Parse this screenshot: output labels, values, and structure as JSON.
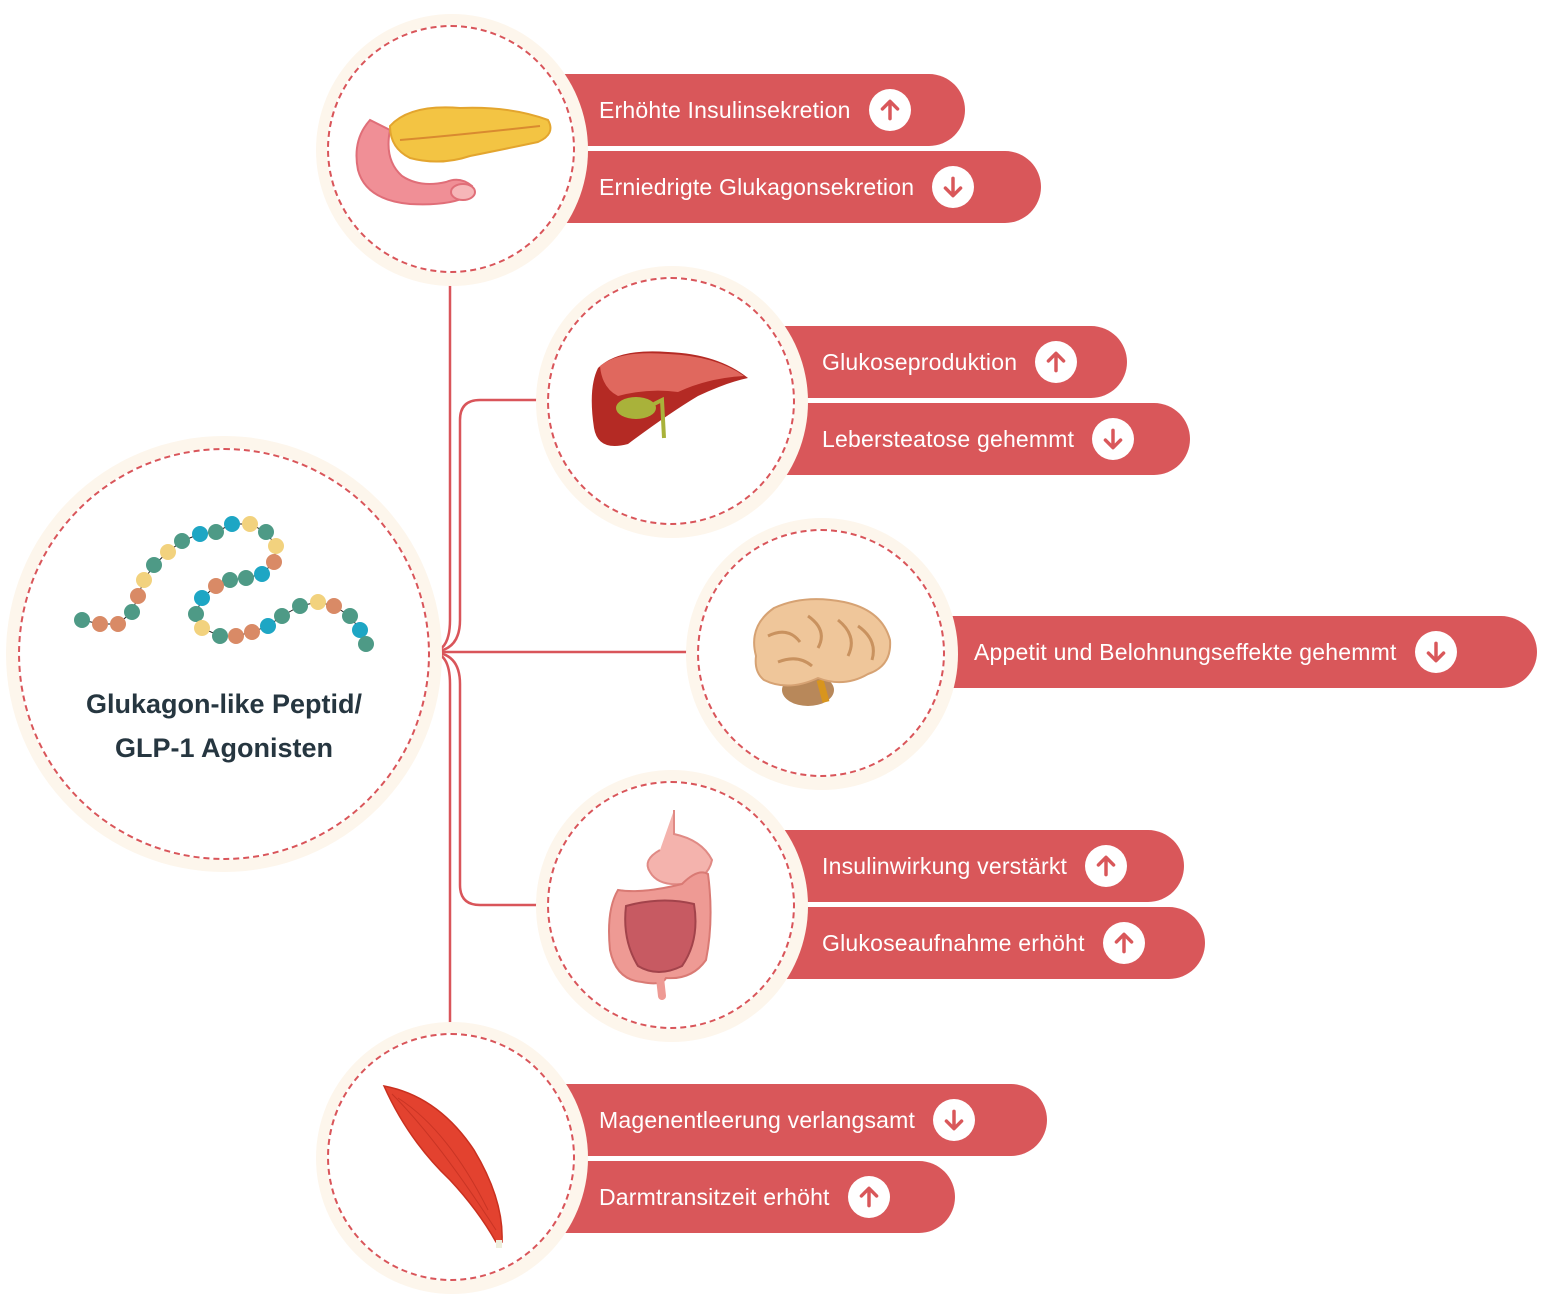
{
  "diagram": {
    "center": {
      "title_line1": "Glukagon-like Peptid/",
      "title_line2": "GLP-1 Agonisten",
      "icon": "peptide-chain-icon"
    },
    "colors": {
      "accent": "#d9575a",
      "dash": "#d9555a",
      "halo": "#fdf6ec",
      "title": "#263640",
      "bead_green": "#4e9a86",
      "bead_orange": "#d98a66",
      "bead_yellow": "#f2d27e",
      "bead_blue": "#1ea6c4"
    },
    "organs": [
      {
        "name": "Pankreas",
        "icon": "pancreas-icon",
        "effects": [
          {
            "label": "Erhöhte Insulinsekretion",
            "direction": "up"
          },
          {
            "label": "Erniedrigte Glukagonsekretion",
            "direction": "down"
          }
        ]
      },
      {
        "name": "Leber",
        "icon": "liver-icon",
        "effects": [
          {
            "label": "Glukoseproduktion",
            "direction": "up"
          },
          {
            "label": "Lebersteatose gehemmt",
            "direction": "down"
          }
        ]
      },
      {
        "name": "Gehirn",
        "icon": "brain-icon",
        "effects": [
          {
            "label": "Appetit und Belohnungseffekte gehemmt",
            "direction": "down"
          }
        ]
      },
      {
        "name": "Verdauungstrakt",
        "icon": "digestive-tract-icon",
        "effects": [
          {
            "label": "Insulinwirkung verstärkt",
            "direction": "up"
          },
          {
            "label": "Glukoseaufnahme erhöht",
            "direction": "up"
          }
        ]
      },
      {
        "name": "Muskel",
        "icon": "muscle-icon",
        "effects": [
          {
            "label": "Magenentleerung verlangsamt",
            "direction": "down"
          },
          {
            "label": "Darmtransitzeit erhöht",
            "direction": "up"
          }
        ]
      }
    ]
  }
}
